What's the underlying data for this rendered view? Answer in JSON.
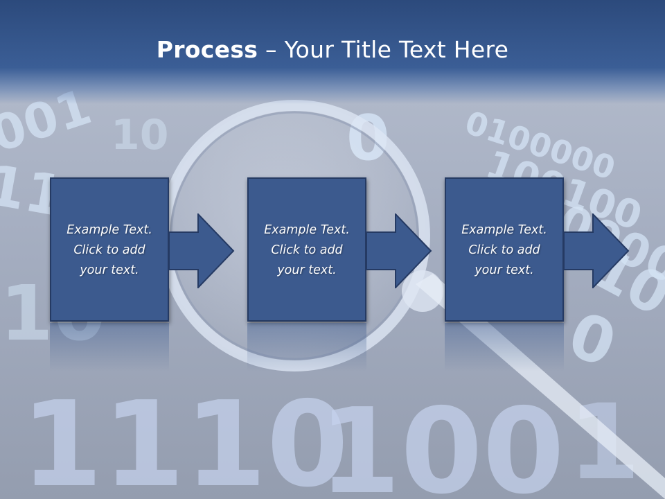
{
  "title": {
    "bold": "Process",
    "rest": " – Your Title Text Here"
  },
  "steps": [
    {
      "line1": "Example Text.",
      "line2": "Click  to add",
      "line3": "your text."
    },
    {
      "line1": "Example Text.",
      "line2": "Click  to add",
      "line3": "your text."
    },
    {
      "line1": "Example Text.",
      "line2": "Click  to add",
      "line3": "your text."
    }
  ],
  "colors": {
    "header": "#2c4a7c",
    "box": "#3c5a8e",
    "box_border": "#253a63",
    "text": "#ffffff"
  },
  "icons": [
    "right-arrow-icon",
    "magnifying-glass-graphic"
  ]
}
